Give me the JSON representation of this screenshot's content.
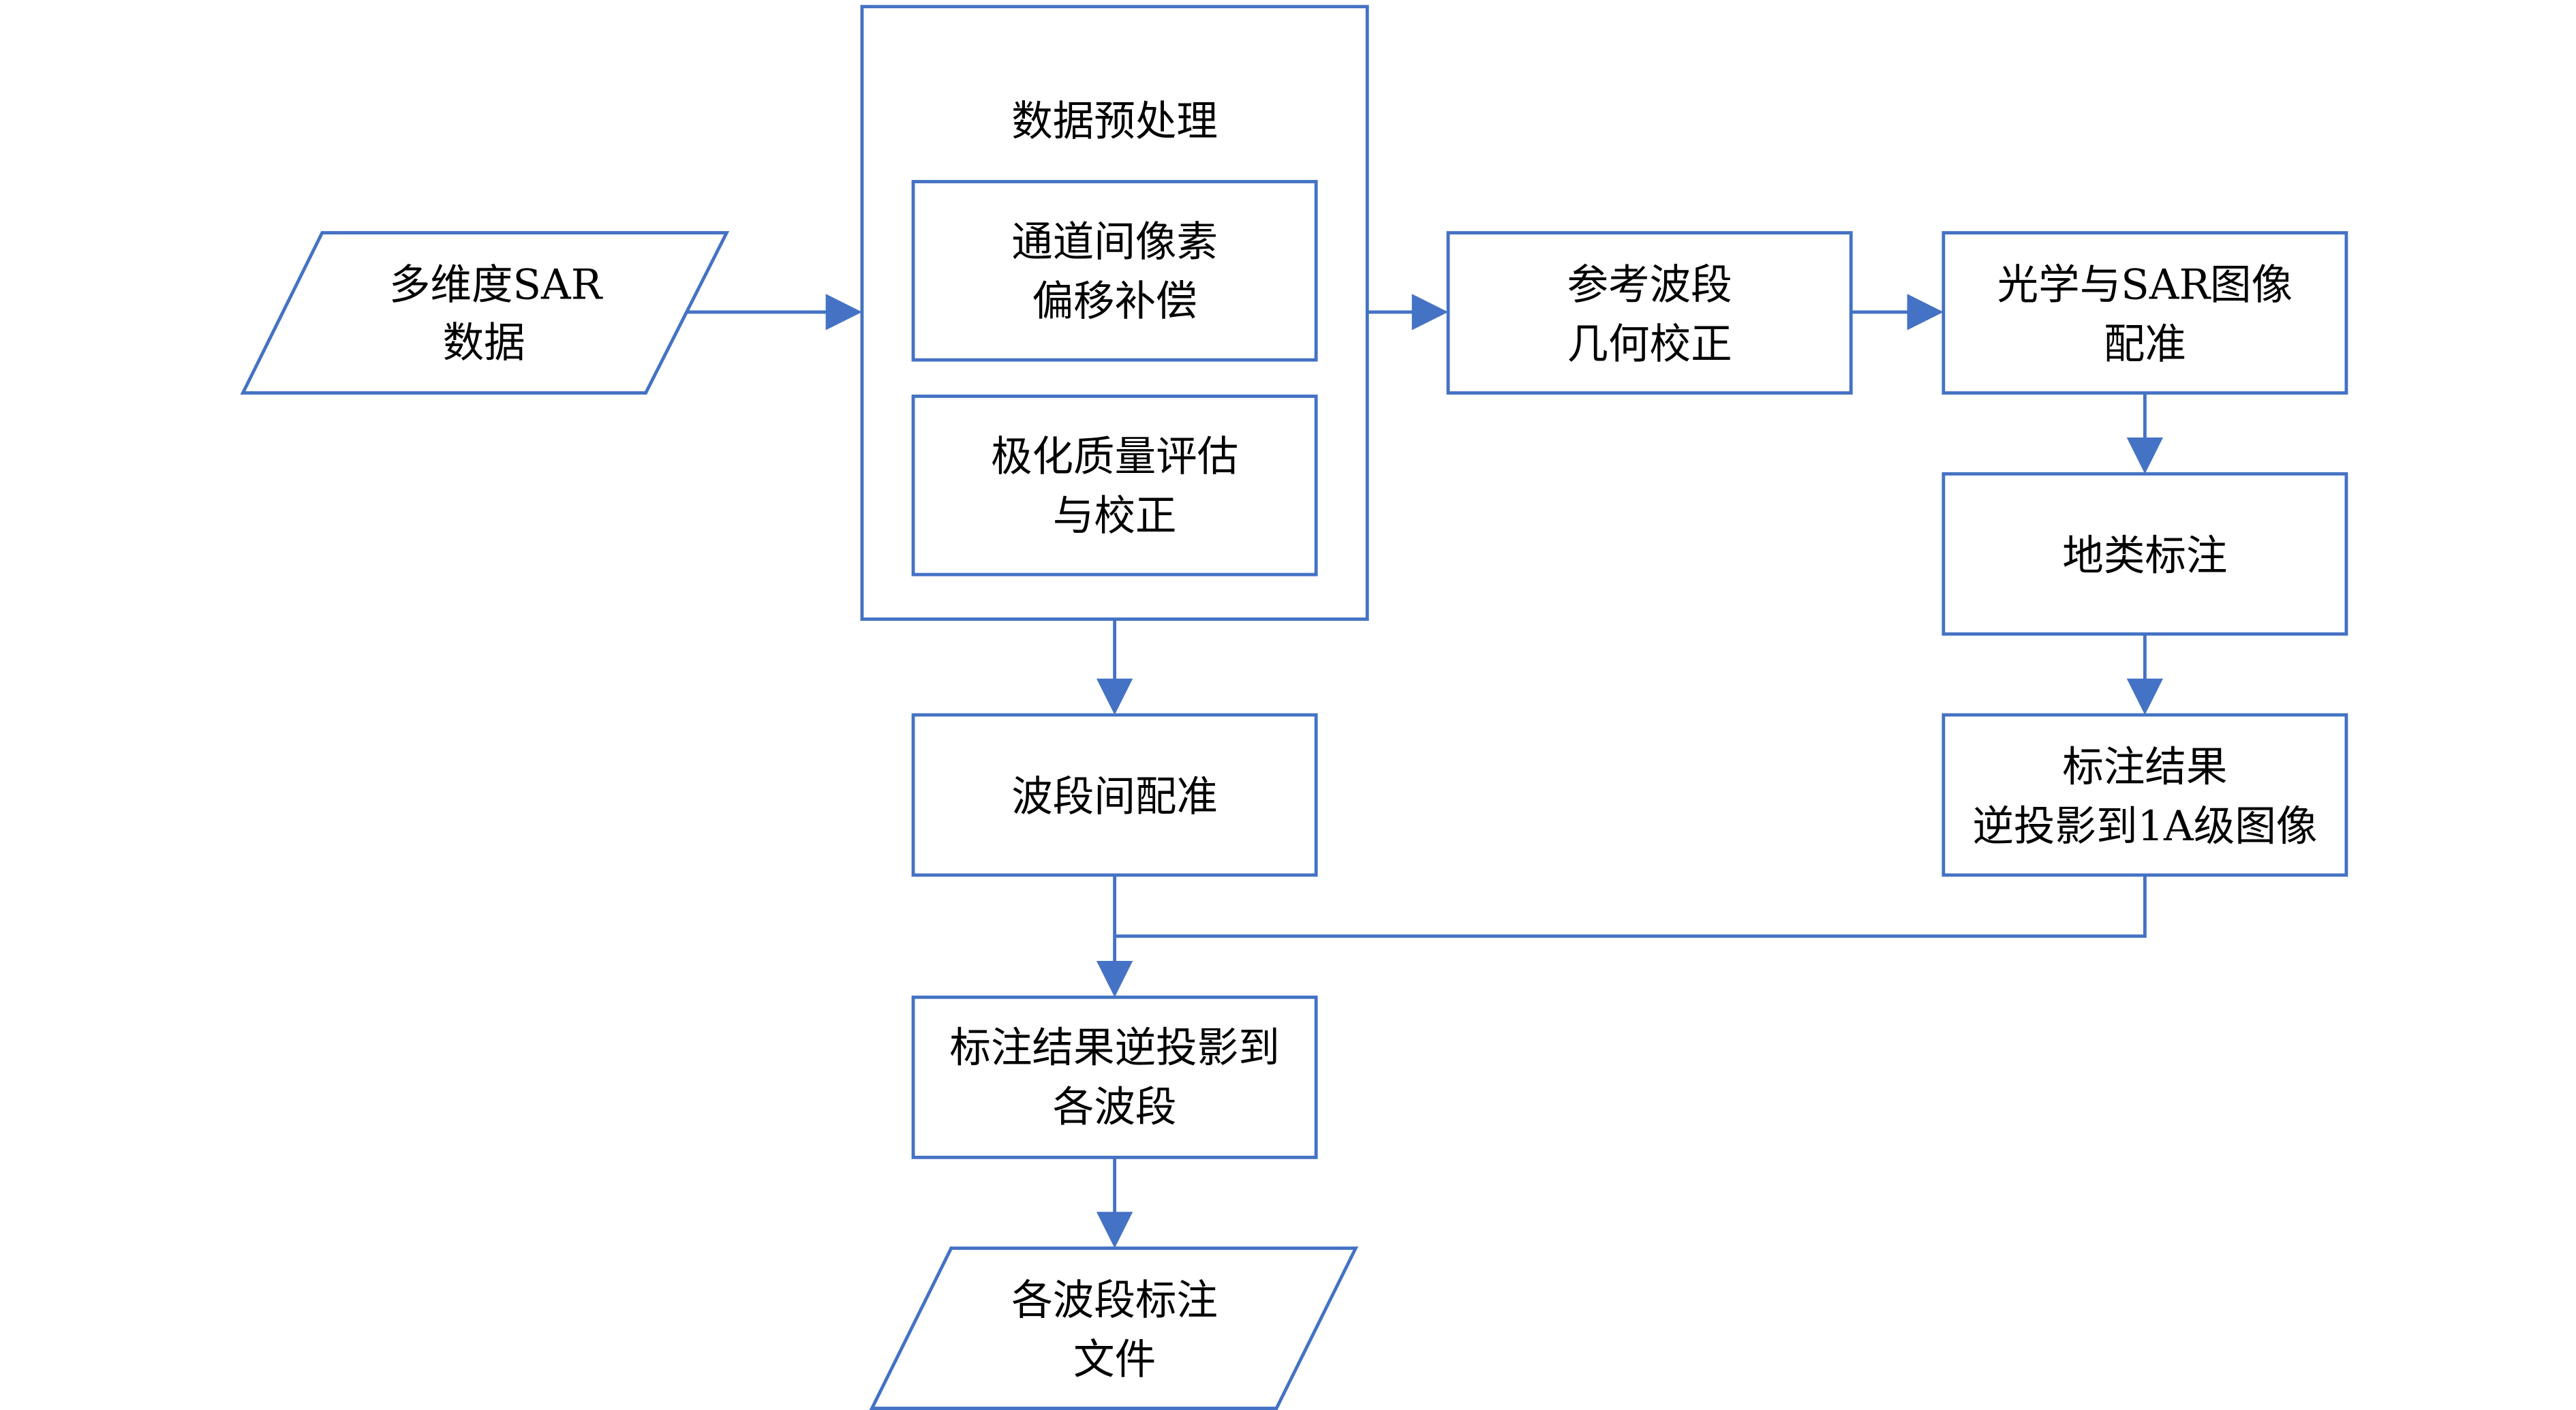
{
  "diagram": {
    "title": "SAR multi-band annotation workflow",
    "colors": {
      "stroke": "#4472C4",
      "arrow": "#4472C4",
      "text": "#000000",
      "background": "#ffffff"
    },
    "nodes": {
      "input": {
        "shape": "parallelogram",
        "lines": [
          "多维度SAR",
          "数据"
        ]
      },
      "preprocess": {
        "shape": "container",
        "lines": [
          "数据预处理"
        ]
      },
      "pixel_offset": {
        "shape": "rectangle",
        "lines": [
          "通道间像素",
          "偏移补偿"
        ]
      },
      "polar_quality": {
        "shape": "rectangle",
        "lines": [
          "极化质量评估",
          "与校正"
        ]
      },
      "ref_band_geo": {
        "shape": "rectangle",
        "lines": [
          "参考波段",
          "几何校正"
        ]
      },
      "optical_sar_reg": {
        "shape": "rectangle",
        "lines": [
          "光学与SAR图像",
          "配准"
        ]
      },
      "land_label": {
        "shape": "rectangle",
        "lines": [
          "地类标注"
        ]
      },
      "back_proj_1a": {
        "shape": "rectangle",
        "lines": [
          "标注结果",
          "逆投影到1A级图像"
        ]
      },
      "inter_band_reg": {
        "shape": "rectangle",
        "lines": [
          "波段间配准"
        ]
      },
      "back_proj_bands": {
        "shape": "rectangle",
        "lines": [
          "标注结果逆投影到",
          "各波段"
        ]
      },
      "output": {
        "shape": "parallelogram",
        "lines": [
          "各波段标注",
          "文件"
        ]
      }
    },
    "edges": [
      {
        "from": "input",
        "to": "preprocess"
      },
      {
        "from": "preprocess",
        "to": "ref_band_geo"
      },
      {
        "from": "ref_band_geo",
        "to": "optical_sar_reg"
      },
      {
        "from": "optical_sar_reg",
        "to": "land_label"
      },
      {
        "from": "land_label",
        "to": "back_proj_1a"
      },
      {
        "from": "preprocess",
        "to": "inter_band_reg"
      },
      {
        "from": "inter_band_reg",
        "to": "back_proj_bands"
      },
      {
        "from": "back_proj_1a",
        "to": "back_proj_bands"
      },
      {
        "from": "back_proj_bands",
        "to": "output"
      }
    ]
  }
}
